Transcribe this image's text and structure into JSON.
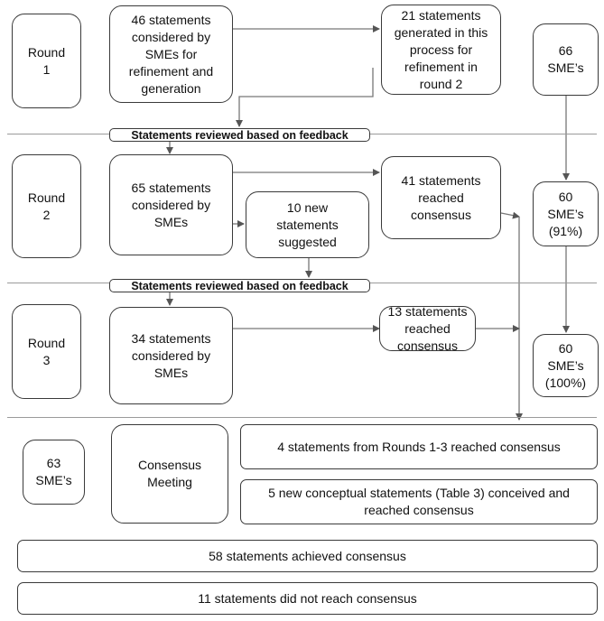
{
  "round1": {
    "label": "Round\n1",
    "statements_considered": "46 statements\nconsidered by\nSMEs for\nrefinement and\ngeneration",
    "statements_generated": "21 statements\ngenerated in this\nprocess for\nrefinement in\nround 2",
    "participants": "66\nSME’s"
  },
  "feedback_bar_1": "Statements reviewed based on feedback",
  "round2": {
    "label": "Round\n2",
    "statements_considered": "65 statements\nconsidered by\nSMEs",
    "new_statements": "10 new\nstatements\nsuggested",
    "reached_consensus": "41 statements\nreached\nconsensus",
    "participants": "60\nSME’s\n(91%)"
  },
  "feedback_bar_2": "Statements reviewed based on feedback",
  "round3": {
    "label": "Round\n3",
    "statements_considered": "34 statements\nconsidered by\nSMEs",
    "reached_consensus": "13 statements\nreached\nconsensus",
    "participants": "60\nSME’s\n(100%)"
  },
  "consensus_meeting": {
    "participants": "63\nSME’s",
    "label": "Consensus\nMeeting",
    "rounds_consensus": "4 statements  from Rounds 1-3 reached consensus",
    "new_conceptual": "5 new conceptual statements (Table 3) conceived and\nreached consensus"
  },
  "summary": {
    "achieved": "58 statements achieved consensus",
    "not_reached": "11 statements did not reach consensus"
  }
}
